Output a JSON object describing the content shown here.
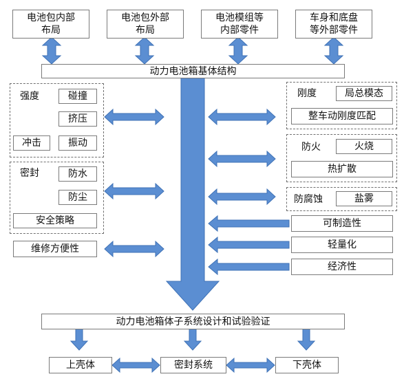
{
  "top_boxes": [
    "电池包内部\n布局",
    "电池包外部\n布局",
    "电池模组等\n内部零件",
    "车身和底盘\n等外部零件"
  ],
  "base_structure": "动力电池箱基体结构",
  "left": {
    "strength": "强度",
    "collision": "碰撞",
    "crush": "挤压",
    "impact": "冲击",
    "vibration": "振动",
    "seal": "密封",
    "waterproof": "防水",
    "dustproof": "防尘",
    "safety_strategy": "安全策略",
    "maintainability": "维修方便性"
  },
  "right": {
    "stiffness": "刚度",
    "local_modal": "局总模态",
    "vehicle_stiffness": "整车动刚度匹配",
    "fireproof": "防火",
    "fire": "火烧",
    "thermal_runaway": "热扩散",
    "anticorrosion": "防腐蚀",
    "salt_spray": "盐雾",
    "manufacturability": "可制造性",
    "lightweight": "轻量化",
    "economy": "经济性"
  },
  "subsystem": "动力电池箱体子系统设计和试验验证",
  "bottom": {
    "upper_shell": "上壳体",
    "seal_system": "密封系统",
    "lower_shell": "下壳体"
  },
  "colors": {
    "arrow_fill": "#5b8ed2",
    "arrow_stroke": "#3f72b6",
    "box_border": "#7a7a7a"
  }
}
